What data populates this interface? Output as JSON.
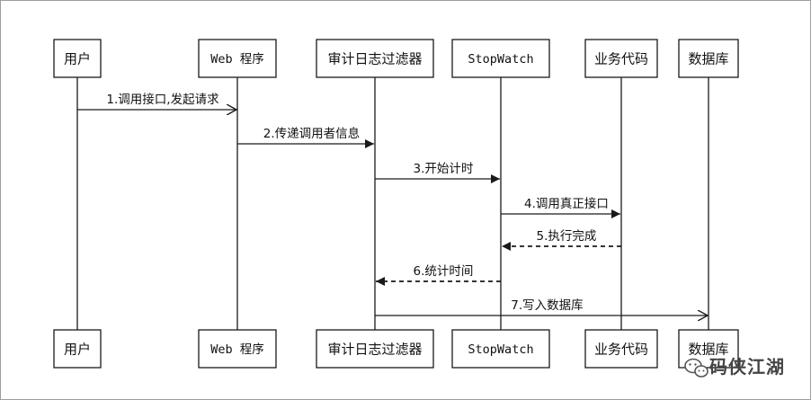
{
  "diagram": {
    "participants": [
      {
        "id": "user",
        "label": "用户",
        "mono": false
      },
      {
        "id": "web",
        "label": "Web 程序",
        "mono": true
      },
      {
        "id": "audit",
        "label": "审计日志过滤器",
        "mono": false
      },
      {
        "id": "stopwatch",
        "label": "StopWatch",
        "mono": true
      },
      {
        "id": "biz",
        "label": "业务代码",
        "mono": false
      },
      {
        "id": "db",
        "label": "数据库",
        "mono": false
      }
    ],
    "messages": [
      {
        "from": "user",
        "to": "web",
        "label": "1.调用接口,发起请求",
        "style": "solid",
        "arrow": "open"
      },
      {
        "from": "web",
        "to": "audit",
        "label": "2.传递调用者信息",
        "style": "solid",
        "arrow": "filled"
      },
      {
        "from": "audit",
        "to": "stopwatch",
        "label": "3.开始计时",
        "style": "solid",
        "arrow": "filled"
      },
      {
        "from": "stopwatch",
        "to": "biz",
        "label": "4.调用真正接口",
        "style": "solid",
        "arrow": "filled"
      },
      {
        "from": "biz",
        "to": "stopwatch",
        "label": "5.执行完成",
        "style": "dashed",
        "arrow": "filled"
      },
      {
        "from": "stopwatch",
        "to": "audit",
        "label": "6.统计时间",
        "style": "dashed",
        "arrow": "filled"
      },
      {
        "from": "audit",
        "to": "db",
        "label": "7.写入数据库",
        "style": "solid",
        "arrow": "open"
      }
    ]
  },
  "watermark": {
    "icon": "wechat-icon",
    "text": "码侠江湖"
  }
}
